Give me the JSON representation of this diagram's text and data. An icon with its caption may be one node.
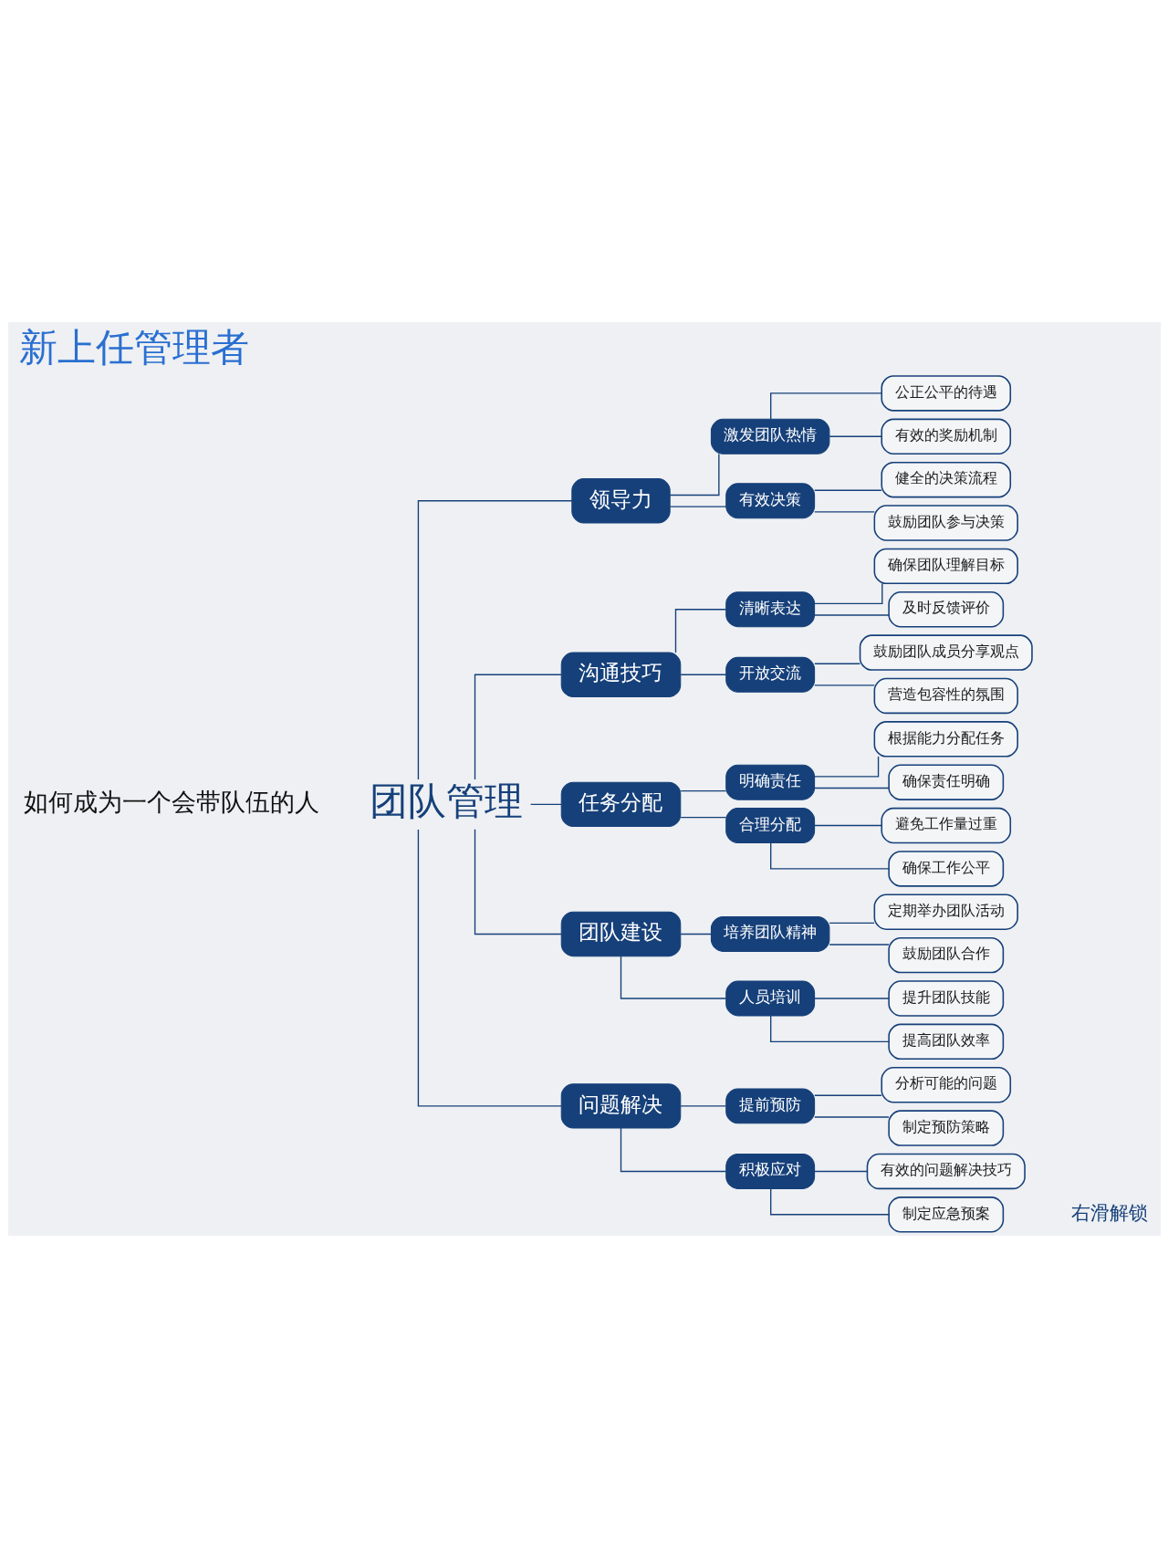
{
  "diagram": {
    "title": "新上任管理者",
    "nodes": [
      {
        "text": [
          "团队管理"
        ]
      },
      {
        "text": [
          "领导力"
        ]
      },
      {
        "text": [
          "激发团队热情"
        ]
      },
      {
        "text": [
          "公正公平的待遇"
        ]
      },
      {
        "text": [
          "有效的奖励机制"
        ]
      },
      {
        "text": [
          "有效决策"
        ]
      },
      {
        "text": [
          "健全的决策流程"
        ]
      },
      {
        "text": [
          "鼓励团队参与决策"
        ]
      },
      {
        "text": [
          "沟通技巧"
        ]
      },
      {
        "text": [
          "清晰表达"
        ]
      },
      {
        "text": [
          "确保团队理解目标"
        ]
      },
      {
        "text": [
          "及时反馈评价"
        ]
      },
      {
        "text": [
          "开放交流"
        ]
      },
      {
        "text": [
          "鼓励团队成员分享观点"
        ]
      },
      {
        "text": [
          "营造包容性的氛围"
        ]
      },
      {
        "text": [
          "任务分配"
        ]
      },
      {
        "text": [
          "明确责任"
        ]
      },
      {
        "text": [
          "根据能力分配任务"
        ]
      },
      {
        "text": [
          "确保责任明确"
        ]
      },
      {
        "text": [
          "合理分配"
        ]
      },
      {
        "text": [
          "避免工作量过重"
        ]
      },
      {
        "text": [
          "确保工作公平"
        ]
      },
      {
        "text": [
          "团队建设"
        ]
      },
      {
        "text": [
          "培养团队精神"
        ]
      },
      {
        "text": [
          "定期举办团队活动"
        ]
      },
      {
        "text": [
          "鼓励团队合作"
        ]
      },
      {
        "text": [
          "人员培训"
        ]
      },
      {
        "text": [
          "提升团队技能"
        ]
      },
      {
        "text": [
          "提高团队效率"
        ]
      },
      {
        "text": [
          "问题解决"
        ]
      },
      {
        "text": [
          "提前预防"
        ]
      },
      {
        "text": [
          "分析可能的问题"
        ]
      },
      {
        "text": [
          "制定预防策略"
        ]
      },
      {
        "text": [
          "积极应对"
        ]
      },
      {
        "text": [
          "有效的问题解决技巧"
        ]
      },
      {
        "text": [
          "制定应急预案"
        ]
      }
    ],
    "edges": [
      {
        "from": 0,
        "to": 1,
        "arrow": "none"
      },
      {
        "from": 1,
        "to": 2,
        "arrow": "none"
      },
      {
        "from": 2,
        "to": 3,
        "arrow": "none"
      },
      {
        "from": 2,
        "to": 4,
        "arrow": "none"
      },
      {
        "from": 1,
        "to": 5,
        "arrow": "none"
      },
      {
        "from": 5,
        "to": 6,
        "arrow": "none"
      },
      {
        "from": 5,
        "to": 7,
        "arrow": "none"
      },
      {
        "from": 0,
        "to": 8,
        "arrow": "none"
      },
      {
        "from": 8,
        "to": 9,
        "arrow": "none"
      },
      {
        "from": 9,
        "to": 10,
        "arrow": "none"
      },
      {
        "from": 9,
        "to": 11,
        "arrow": "none"
      },
      {
        "from": 8,
        "to": 12,
        "arrow": "none"
      },
      {
        "from": 12,
        "to": 13,
        "arrow": "none"
      },
      {
        "from": 12,
        "to": 14,
        "arrow": "none"
      },
      {
        "from": 0,
        "to": 15,
        "arrow": "none"
      },
      {
        "from": 15,
        "to": 16,
        "arrow": "none"
      },
      {
        "from": 16,
        "to": 17,
        "arrow": "none"
      },
      {
        "from": 16,
        "to": 18,
        "arrow": "none"
      },
      {
        "from": 15,
        "to": 19,
        "arrow": "none"
      },
      {
        "from": 19,
        "to": 20,
        "arrow": "none"
      },
      {
        "from": 19,
        "to": 21,
        "arrow": "none"
      },
      {
        "from": 0,
        "to": 22,
        "arrow": "none"
      },
      {
        "from": 22,
        "to": 23,
        "arrow": "none"
      },
      {
        "from": 23,
        "to": 24,
        "arrow": "none"
      },
      {
        "from": 23,
        "to": 25,
        "arrow": "none"
      },
      {
        "from": 22,
        "to": 26,
        "arrow": "none"
      },
      {
        "from": 26,
        "to": 27,
        "arrow": "none"
      },
      {
        "from": 26,
        "to": 28,
        "arrow": "none"
      },
      {
        "from": 0,
        "to": 29,
        "arrow": "none"
      },
      {
        "from": 29,
        "to": 30,
        "arrow": "none"
      },
      {
        "from": 30,
        "to": 31,
        "arrow": "none"
      },
      {
        "from": 30,
        "to": 32,
        "arrow": "none"
      },
      {
        "from": 29,
        "to": 33,
        "arrow": "none"
      },
      {
        "from": 33,
        "to": 34,
        "arrow": "none"
      },
      {
        "from": 33,
        "to": 35,
        "arrow": "none"
      }
    ],
    "labels": [
      "如何成为一个会带队伍的人",
      "右滑解锁"
    ]
  }
}
